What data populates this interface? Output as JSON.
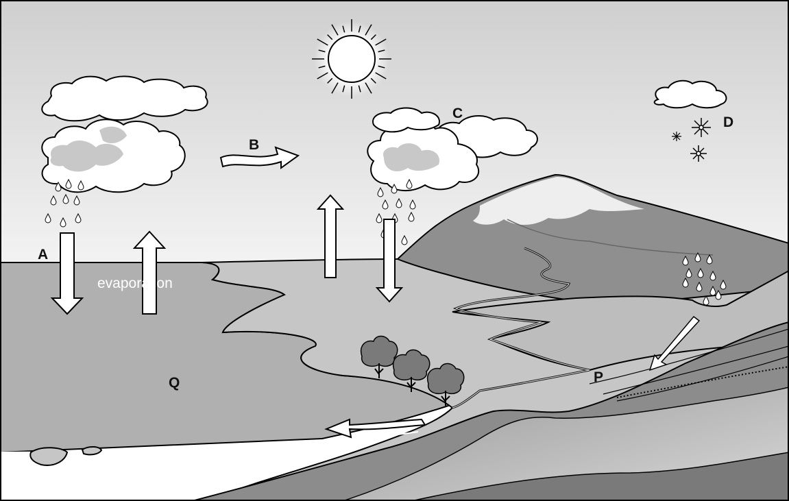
{
  "labels": {
    "a": "A",
    "b": "B",
    "c": "C",
    "d": "D",
    "p": "P",
    "q": "Q",
    "evaporation": "evaporation"
  },
  "colors": {
    "sky_top": "#d0d0d0",
    "sky_bottom": "#f2f2f2",
    "ocean": "#b2b2b2",
    "land": "#c4c4c4",
    "mountain": "#8e8e8e",
    "snow": "#eeeeee",
    "cloud": "#ffffff",
    "cloud_shadow": "#c8c8c8",
    "tree": "#7a7a7a",
    "outline": "#000000"
  },
  "icons": [
    "sun-icon",
    "cloud-icon",
    "raindrop-icon",
    "snowflake-icon",
    "tree-icon",
    "arrow-up-icon",
    "arrow-down-icon",
    "wind-arrow-icon"
  ]
}
